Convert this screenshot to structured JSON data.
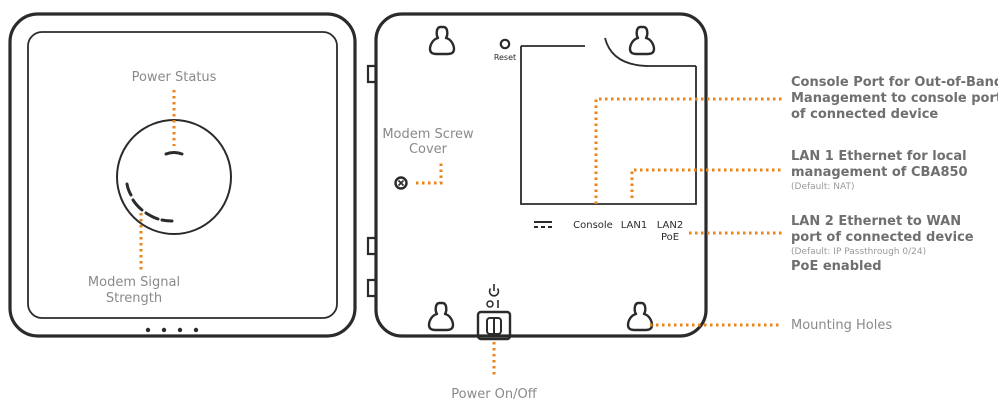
{
  "front": {
    "power_status": "Power Status",
    "signal_strength": [
      "Modem Signal",
      "Strength"
    ]
  },
  "back": {
    "reset": "Reset",
    "modem_screw_cover": [
      "Modem Screw",
      "Cover"
    ],
    "ports": {
      "console": "Console",
      "lan1": "LAN1",
      "lan2": [
        "LAN2",
        "PoE"
      ]
    },
    "power_switch": "Power On/Off"
  },
  "callouts": {
    "console_port": [
      "Console Port for Out-of-Band",
      "Management to console port",
      "of connected device"
    ],
    "lan1": {
      "lines": [
        "LAN 1 Ethernet for local",
        "management of CBA850"
      ],
      "note": "(Default: NAT)"
    },
    "lan2": {
      "lines": [
        "LAN 2 Ethernet to WAN",
        "port of connected device"
      ],
      "note": "(Default: IP Passthrough 0/24)",
      "extra": "PoE enabled"
    },
    "mounting_holes": "Mounting Holes"
  },
  "colors": {
    "leader": "#e8841a",
    "outline": "#2b2b2b",
    "label": "#8a8a8a"
  }
}
